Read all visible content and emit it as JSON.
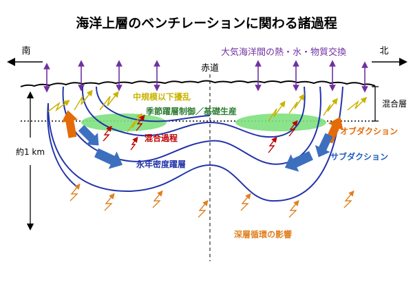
{
  "title": "海洋上層のベンチレーションに関わる諸過程",
  "labels": {
    "south": "南",
    "north": "北",
    "exchange": "大気海洋間の熱・水・物質交換",
    "equator": "赤道",
    "mixed_layer": "混合層",
    "mesoscale": "中規模以下擾乱",
    "seasonal": "季節躍層制御／基礎生産",
    "mixing": "混合過程",
    "obduction": "オブダクション",
    "subduction": "サブダクション",
    "permanent_thermocline": "永年密度躍層",
    "depth": "約1 km",
    "deep_circulation": "深層循環の影響"
  },
  "colors": {
    "title": "#000000",
    "exchange": "#7030a0",
    "mesoscale": "#c8b400",
    "seasonal_text": "#2e7d32",
    "green_ellipse": "#7ee07e",
    "mixing": "#c00000",
    "obduction": "#e36c09",
    "subduction": "#1f5fbf",
    "thermocline": "#2233aa",
    "deep": "#e08020"
  }
}
